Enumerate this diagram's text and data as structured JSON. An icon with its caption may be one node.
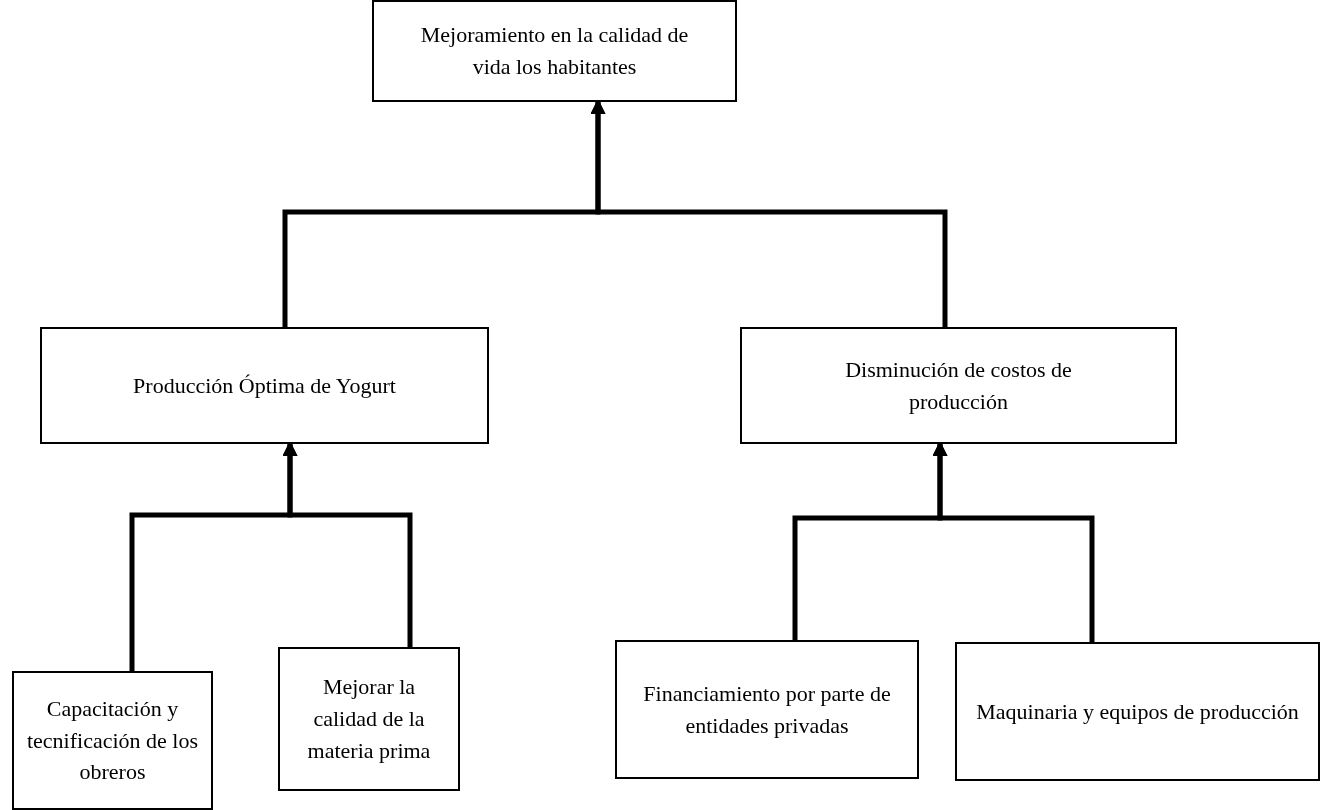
{
  "diagram": {
    "nodes": [
      {
        "text": [
          "Mejoramiento en la calidad de vida los habitantes"
        ]
      },
      {
        "text": [
          "Producción Óptima de Yogurt"
        ]
      },
      {
        "text": [
          "Disminución de costos de producción"
        ]
      },
      {
        "text": [
          "Capacitación y tecnificación de los obreros"
        ]
      },
      {
        "text": [
          "Mejorar la calidad de la materia prima"
        ]
      },
      {
        "text": [
          "Financiamiento por parte de entidades privadas"
        ]
      },
      {
        "text": [
          "Maquinaria y equipos de producción"
        ]
      }
    ],
    "edges": [
      {
        "from": 1,
        "to": 0,
        "arrow": "to"
      },
      {
        "from": 2,
        "to": 0,
        "arrow": "to"
      },
      {
        "from": 3,
        "to": 1,
        "arrow": "to"
      },
      {
        "from": 4,
        "to": 1,
        "arrow": "to"
      },
      {
        "from": 5,
        "to": 2,
        "arrow": "to"
      },
      {
        "from": 6,
        "to": 2,
        "arrow": "to"
      }
    ]
  }
}
